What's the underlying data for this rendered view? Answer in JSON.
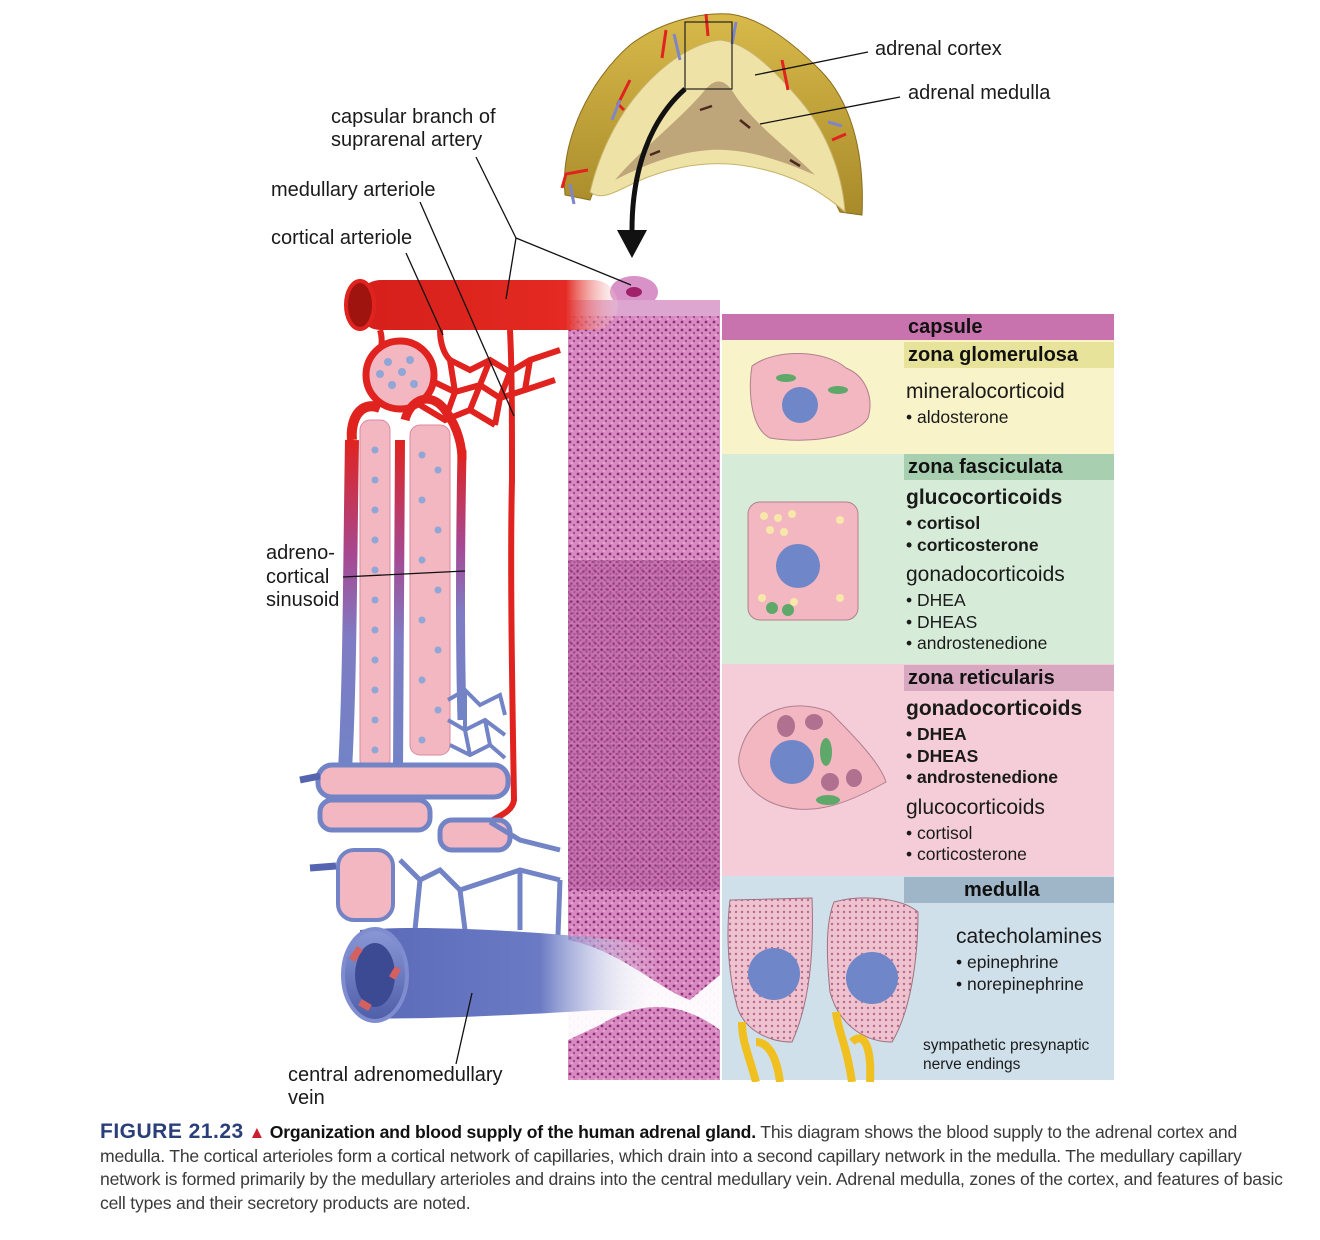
{
  "labels": {
    "adrenal_cortex": "adrenal cortex",
    "adrenal_medulla": "adrenal medulla",
    "capsular_branch_line1": "capsular branch of",
    "capsular_branch_line2": "suprarenal artery",
    "medullary_arteriole": "medullary arteriole",
    "cortical_arteriole": "cortical arteriole",
    "sinusoid_line1": "adreno-",
    "sinusoid_line2": "cortical",
    "sinusoid_line3": "sinusoid",
    "vein_line1": "central adrenomedullary",
    "vein_line2": "vein"
  },
  "zones": {
    "capsule": {
      "title": "capsule",
      "color": "#c873ad"
    },
    "glomerulosa": {
      "title": "zona glomerulosa",
      "header_color": "#e8e39a",
      "bg_color": "#f8f3c8",
      "groups": [
        {
          "heading": "mineralocorticoid",
          "bold": false,
          "items": [
            "aldosterone"
          ]
        }
      ]
    },
    "fasciculata": {
      "title": "zona fasciculata",
      "header_color": "#a8cfb0",
      "bg_color": "#d6ecd8",
      "groups": [
        {
          "heading": "glucocorticoids",
          "bold": true,
          "items": [
            "cortisol",
            "corticosterone"
          ]
        },
        {
          "heading": "gonadocorticoids",
          "bold": false,
          "items": [
            "DHEA",
            "DHEAS",
            "androstenedione"
          ]
        }
      ]
    },
    "reticularis": {
      "title": "zona reticularis",
      "header_color": "#d8a8c0",
      "bg_color": "#f4cdd9",
      "groups": [
        {
          "heading": "gonadocorticoids",
          "bold": true,
          "items": [
            "DHEA",
            "DHEAS",
            "androstenedione"
          ]
        },
        {
          "heading": "glucocorticoids",
          "bold": false,
          "items": [
            "cortisol",
            "corticosterone"
          ]
        }
      ]
    },
    "medulla": {
      "title": "medulla",
      "header_color": "#9fb6c8",
      "bg_color": "#cfe0ea",
      "groups": [
        {
          "heading": "catecholamines",
          "bold": false,
          "items": [
            "epinephrine",
            "norepinephrine"
          ]
        }
      ],
      "nerve_label_line1": "sympathetic presynaptic",
      "nerve_label_line2": "nerve endings"
    }
  },
  "caption": {
    "figure_number": "FIGURE 21.23",
    "marker": "▲",
    "title": "Organization and blood supply of the human adrenal gland.",
    "body": "This diagram shows the blood supply to the adrenal cortex and medulla. The cortical arterioles form a cortical network of capillaries, which drain into a second capillary network in the medulla. The medullary capillary network is formed primarily by the medullary arterioles and drains into the central medullary vein. Adrenal medulla, zones of the cortex, and features of basic cell types and their secretory products are noted."
  },
  "colors": {
    "artery": "#e0231f",
    "vein": "#6f7fc4",
    "cortex_tissue": "#f0e2a8",
    "capsule_fat": "#c9a83a",
    "histology": "#c86aa8",
    "cell_pink": "#f2b7c0",
    "nucleus": "#6f86c8"
  }
}
